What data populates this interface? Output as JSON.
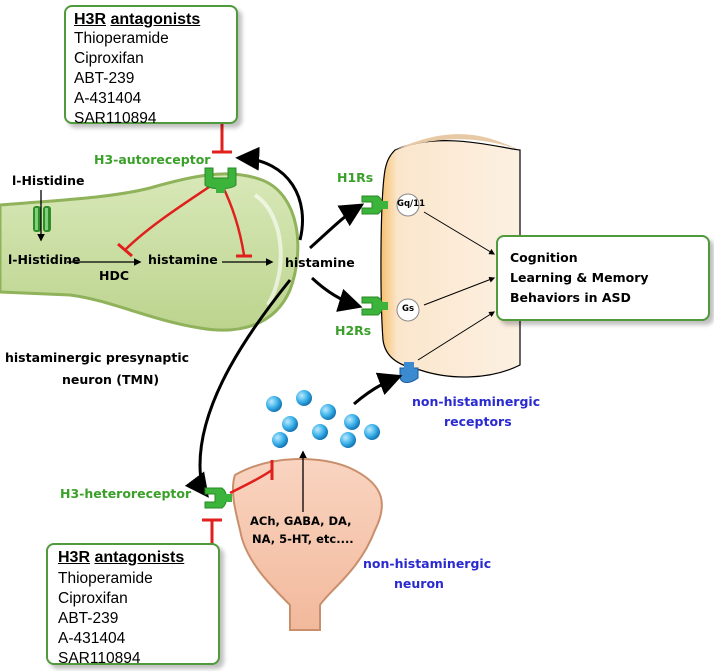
{
  "antagonist_box_top": {
    "title_prefix": "H3R",
    "title_suffix": "antagonists",
    "drugs": [
      "Thioperamide",
      "Ciproxifan",
      "ABT-239",
      "A-431404",
      "SAR110894"
    ]
  },
  "antagonist_box_bottom": {
    "title_prefix": "H3R",
    "title_suffix": "antagonists",
    "drugs": [
      "Thioperamide",
      "Ciproxifan",
      "ABT-239",
      "A-431404",
      "SAR110894"
    ]
  },
  "labels": {
    "h3_autoreceptor": "H3-autoreceptor",
    "l_histidine_top": "l-Histidine",
    "l_histidine_inner": "l-Histidine",
    "hdc": "HDC",
    "histamine_inner": "histamine",
    "histamine_center": "histamine",
    "neuron_name_line1": "histaminergic presynaptic",
    "neuron_name_line2": "neuron (TMN)",
    "h1rs": "H1Rs",
    "h2rs": "H2Rs",
    "gq11": "Gq/11",
    "gs": "Gs",
    "h3_heteroreceptor": "H3-heteroreceptor",
    "non_hist_receptors_line1": "non-histaminergic",
    "non_hist_receptors_line2": "receptors",
    "neurotransmitters_line1": "ACh, GABA, DA,",
    "neurotransmitters_line2": "NA, 5-HT, etc....",
    "non_hist_neuron_line1": "non-histaminergic",
    "non_hist_neuron_line2": "neuron"
  },
  "outcome": {
    "lines": [
      "Cognition",
      "Learning & Memory",
      "Behaviors in ASD"
    ],
    "arrow": "up-arrow-icon"
  },
  "colors": {
    "receptor_green": "#3cb33a",
    "inhibition_red": "#e0201c",
    "neuron_green": "#c9dfa5",
    "neuron_pink": "#f6cbb5",
    "postsynaptic": "#fbebd6",
    "label_blue": "#2a2ad0"
  }
}
